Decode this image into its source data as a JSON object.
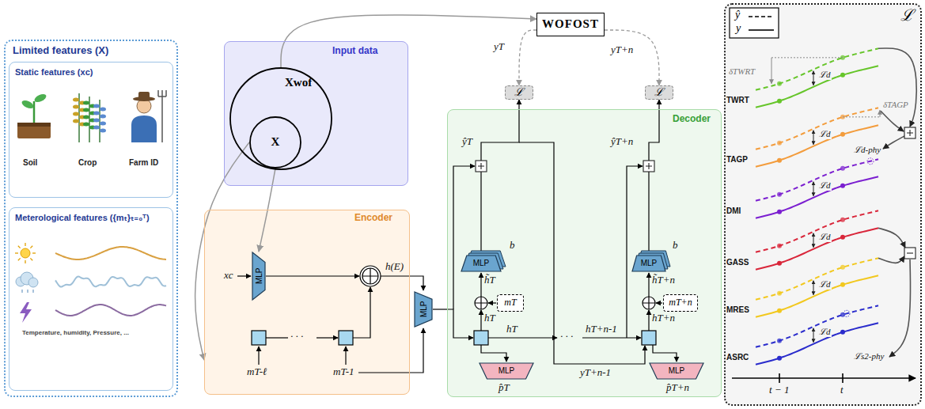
{
  "diagram": {
    "nodes": [
      {
        "text": [
          "Limited features (X)"
        ]
      },
      {
        "text": [
          "Static features (xc)",
          "Soil",
          "Crop",
          "Farm ID"
        ],
        "in": 0
      },
      {
        "text": [
          "Meterological features ({mₜ}ₜ₌₀ᵀ)",
          "Temperature, humidity, Pressure, ..."
        ],
        "in": 0
      },
      {
        "text": [
          "Input data"
        ]
      },
      {
        "text": [
          "Xwof"
        ],
        "in": 3
      },
      {
        "text": [
          "X"
        ],
        "in": 4
      },
      {
        "text": [
          "WOFOST"
        ]
      },
      {
        "text": [
          "ℒ"
        ]
      },
      {
        "text": [
          "ℒ"
        ]
      },
      {
        "text": [
          "Encoder"
        ]
      },
      {
        "text": [
          "MLP"
        ],
        "in": 9
      },
      {
        "text": [
          "MLP"
        ]
      },
      {
        "text": [
          "Decoder"
        ]
      },
      {
        "text": [
          "MLP"
        ],
        "in": 12
      },
      {
        "text": [
          "mT"
        ],
        "in": 12
      },
      {
        "text": [
          "MLP"
        ],
        "in": 12
      },
      {
        "text": [
          "MLP"
        ],
        "in": 12
      },
      {
        "text": [
          "mT+n"
        ],
        "in": 12
      },
      {
        "text": [
          "MLP"
        ],
        "in": 12
      },
      {
        "text": [
          "ℒ"
        ]
      }
    ],
    "edges": [
      {
        "from": 4,
        "to": 6,
        "arrow": "to"
      },
      {
        "from": 6,
        "to": 7,
        "label": "yT",
        "arrow": "to"
      },
      {
        "from": 6,
        "to": 8,
        "label": "yT+n",
        "arrow": "to"
      },
      {
        "from": 13,
        "to": 7,
        "label": "ŷT",
        "arrow": "to"
      },
      {
        "from": 16,
        "to": 8,
        "label": "ŷT+n",
        "arrow": "to"
      },
      {
        "from": 5,
        "to": 10,
        "arrow": "to"
      },
      {
        "from": 5,
        "to": 9,
        "arrow": "to"
      },
      {
        "from": 11,
        "to": 12,
        "arrow": "none"
      }
    ],
    "labels": [
      "xc",
      "mT-ℓ",
      "· · ·",
      "mT-1",
      "h(E)",
      "hT",
      "h̃T",
      "b",
      "hT",
      "· · ·",
      "hT+n-1",
      "yT+n-1",
      "p̂T",
      "h̃T+n",
      "b",
      "hT+n",
      "p̂T+n",
      "TWRT",
      "TAGP",
      "DMI",
      "GASS",
      "MRES",
      "ASRC",
      "δTWRT",
      "δTAGP",
      "ℒd",
      "ℒd",
      "ℒd",
      "ℒd",
      "ℒd",
      "ℒd",
      "ℒd-phy",
      "ℒs2-phy",
      "t − 1",
      "t"
    ],
    "legend": [
      {
        "text": "ŷ"
      },
      {
        "text": "y"
      }
    ]
  }
}
